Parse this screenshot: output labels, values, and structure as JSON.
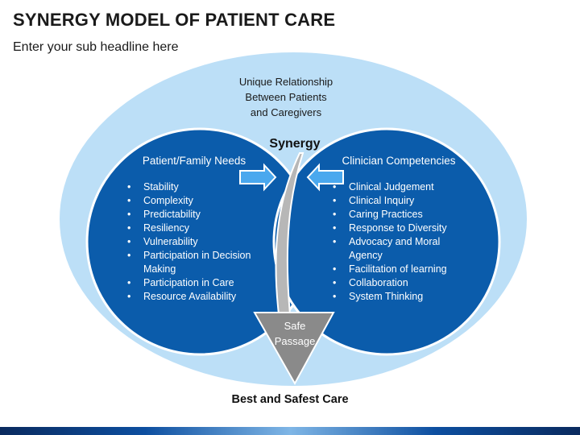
{
  "header": {
    "title": "SYNERGY MODEL OF PATIENT CARE",
    "subtitle": "Enter your sub headline here"
  },
  "diagram": {
    "outer_label": [
      "Unique Relationship",
      "Between Patients",
      "and Caregivers"
    ],
    "center_label": "Synergy",
    "left_circle": {
      "title": "Patient/Family Needs",
      "items": [
        "Stability",
        "Complexity",
        "Predictability",
        "Resiliency",
        "Vulnerability",
        "Participation in Decision Making",
        "Participation in Care",
        "Resource Availability"
      ]
    },
    "right_circle": {
      "title": "Clinician Competencies",
      "items": [
        "Clinical Judgement",
        "Clinical Inquiry",
        "Caring Practices",
        "Response to Diversity",
        "Advocacy and Moral Agency",
        "Facilitation of learning",
        "Collaboration",
        "System Thinking"
      ]
    },
    "arrow_label": [
      "Safe",
      "Passage"
    ],
    "bottom_label": "Best and Safest Care"
  },
  "colors": {
    "outer_ellipse": "#bcdff7",
    "inner_circle": "#0b5cab",
    "inner_circle_border": "#ffffff",
    "arrow_gray": "#8a8a8a",
    "block_arrow": "#4aa8ee"
  }
}
